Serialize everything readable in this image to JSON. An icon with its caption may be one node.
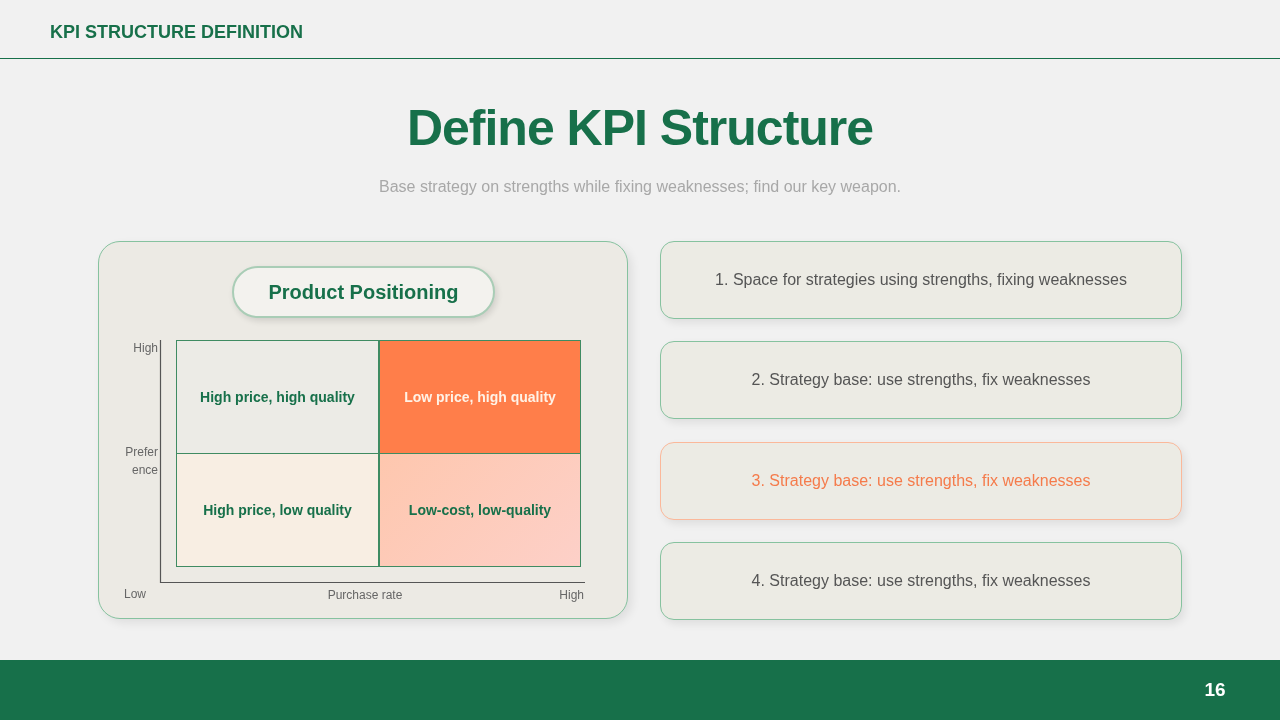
{
  "diagram": {
    "title": "Define KPI Structure",
    "nodes": [
      {
        "text": [],
        "shape": "box"
      },
      {
        "text": [
          "Product Positioning"
        ],
        "in": 0
      },
      {
        "text": [
          "High price, high quality"
        ],
        "in": 0
      },
      {
        "text": [
          "Low price, high quality"
        ],
        "in": 0
      },
      {
        "text": [
          "High price, low quality"
        ],
        "in": 0
      },
      {
        "text": [
          "Low-cost, low-quality"
        ],
        "in": 0
      },
      {
        "text": [
          "1. Space for strategies using strengths, fixing weaknesses"
        ]
      },
      {
        "text": [
          "2. Strategy base: use strengths, fix weaknesses"
        ]
      },
      {
        "text": [
          "3. Strategy base: use strengths, fix weaknesses"
        ]
      },
      {
        "text": [
          "4. Strategy base: use strengths, fix weaknesses"
        ]
      }
    ],
    "edges": [],
    "labels": [
      "KPI STRUCTURE DEFINITION",
      "Base strategy on strengths while fixing weaknesses; find our key weapon.",
      "High",
      "Preference",
      "Low",
      "Purchase rate",
      "High",
      "16"
    ]
  }
}
